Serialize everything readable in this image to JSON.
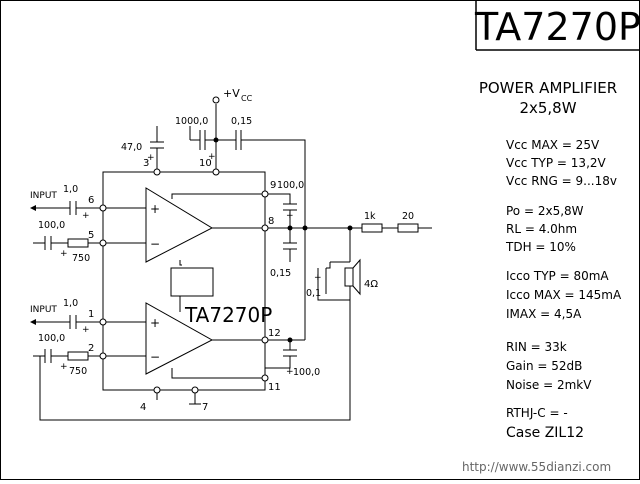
{
  "title": "TA7270P",
  "description": {
    "line1": "POWER AMPLIFIER",
    "line2": "2x5,8W"
  },
  "specs": {
    "vcc_max": "Vcc MAX = 25V",
    "vcc_typ": "Vcc TYP = 13,2V",
    "vcc_rng": "Vcc RNG = 9...18v",
    "po": "Po  = 2x5,8W",
    "rl": "RL  = 4.0hm",
    "tdh": "TDH = 10%",
    "icco_typ": "Icco TYP = 80mA",
    "icco_max": "Icco MAX = 145mA",
    "imax": "IMAX  = 4,5A",
    "rin": "RIN   =  33k",
    "gain": "Gain  =  52dB",
    "noise": "Noise =  2mkV",
    "rthjc": "RTHJ-C =  -",
    "case": "Case ZIL12"
  },
  "schematic": {
    "chip_label": "TA7270P",
    "vcc_label": "+V",
    "vcc_sub": "CC",
    "input1_label": "INPUT",
    "input2_label": "INPUT",
    "speaker_label": "4Ω",
    "caps": {
      "c_pin3": "47,0",
      "c_pin10": "1000,0",
      "c_015_top": "0,15",
      "c_in1": "1,0",
      "c_fb1": "100,0",
      "c_in2": "1,0",
      "c_fb2": "100,0",
      "c_pin9": "100,0",
      "c_015_out": "0,15",
      "c_01": "0,1",
      "c_pin12": "100,0"
    },
    "resistors": {
      "r1": "750",
      "r2": "750",
      "r_1k": "1k",
      "r_20": "20"
    },
    "pins": {
      "p1": "1",
      "p2": "2",
      "p3": "3",
      "p4": "4",
      "p5": "5",
      "p6": "6",
      "p7": "7",
      "p8": "8",
      "p9": "9",
      "p10": "10",
      "p11": "11",
      "p12": "12"
    },
    "plus": "+",
    "minus": "−"
  },
  "watermark": "http://www.55dianzi.com"
}
